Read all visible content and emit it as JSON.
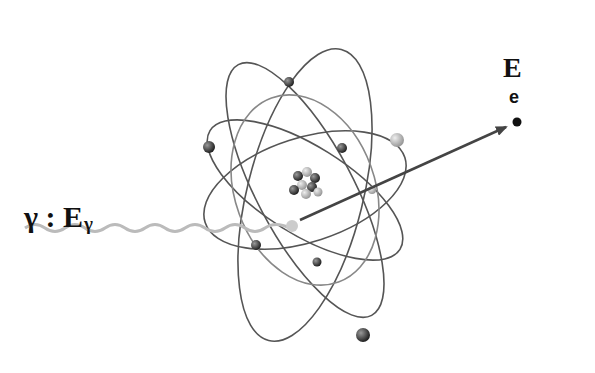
{
  "diagram": {
    "labels": [
      "γ : E",
      "γ",
      "E",
      "e"
    ]
  }
}
